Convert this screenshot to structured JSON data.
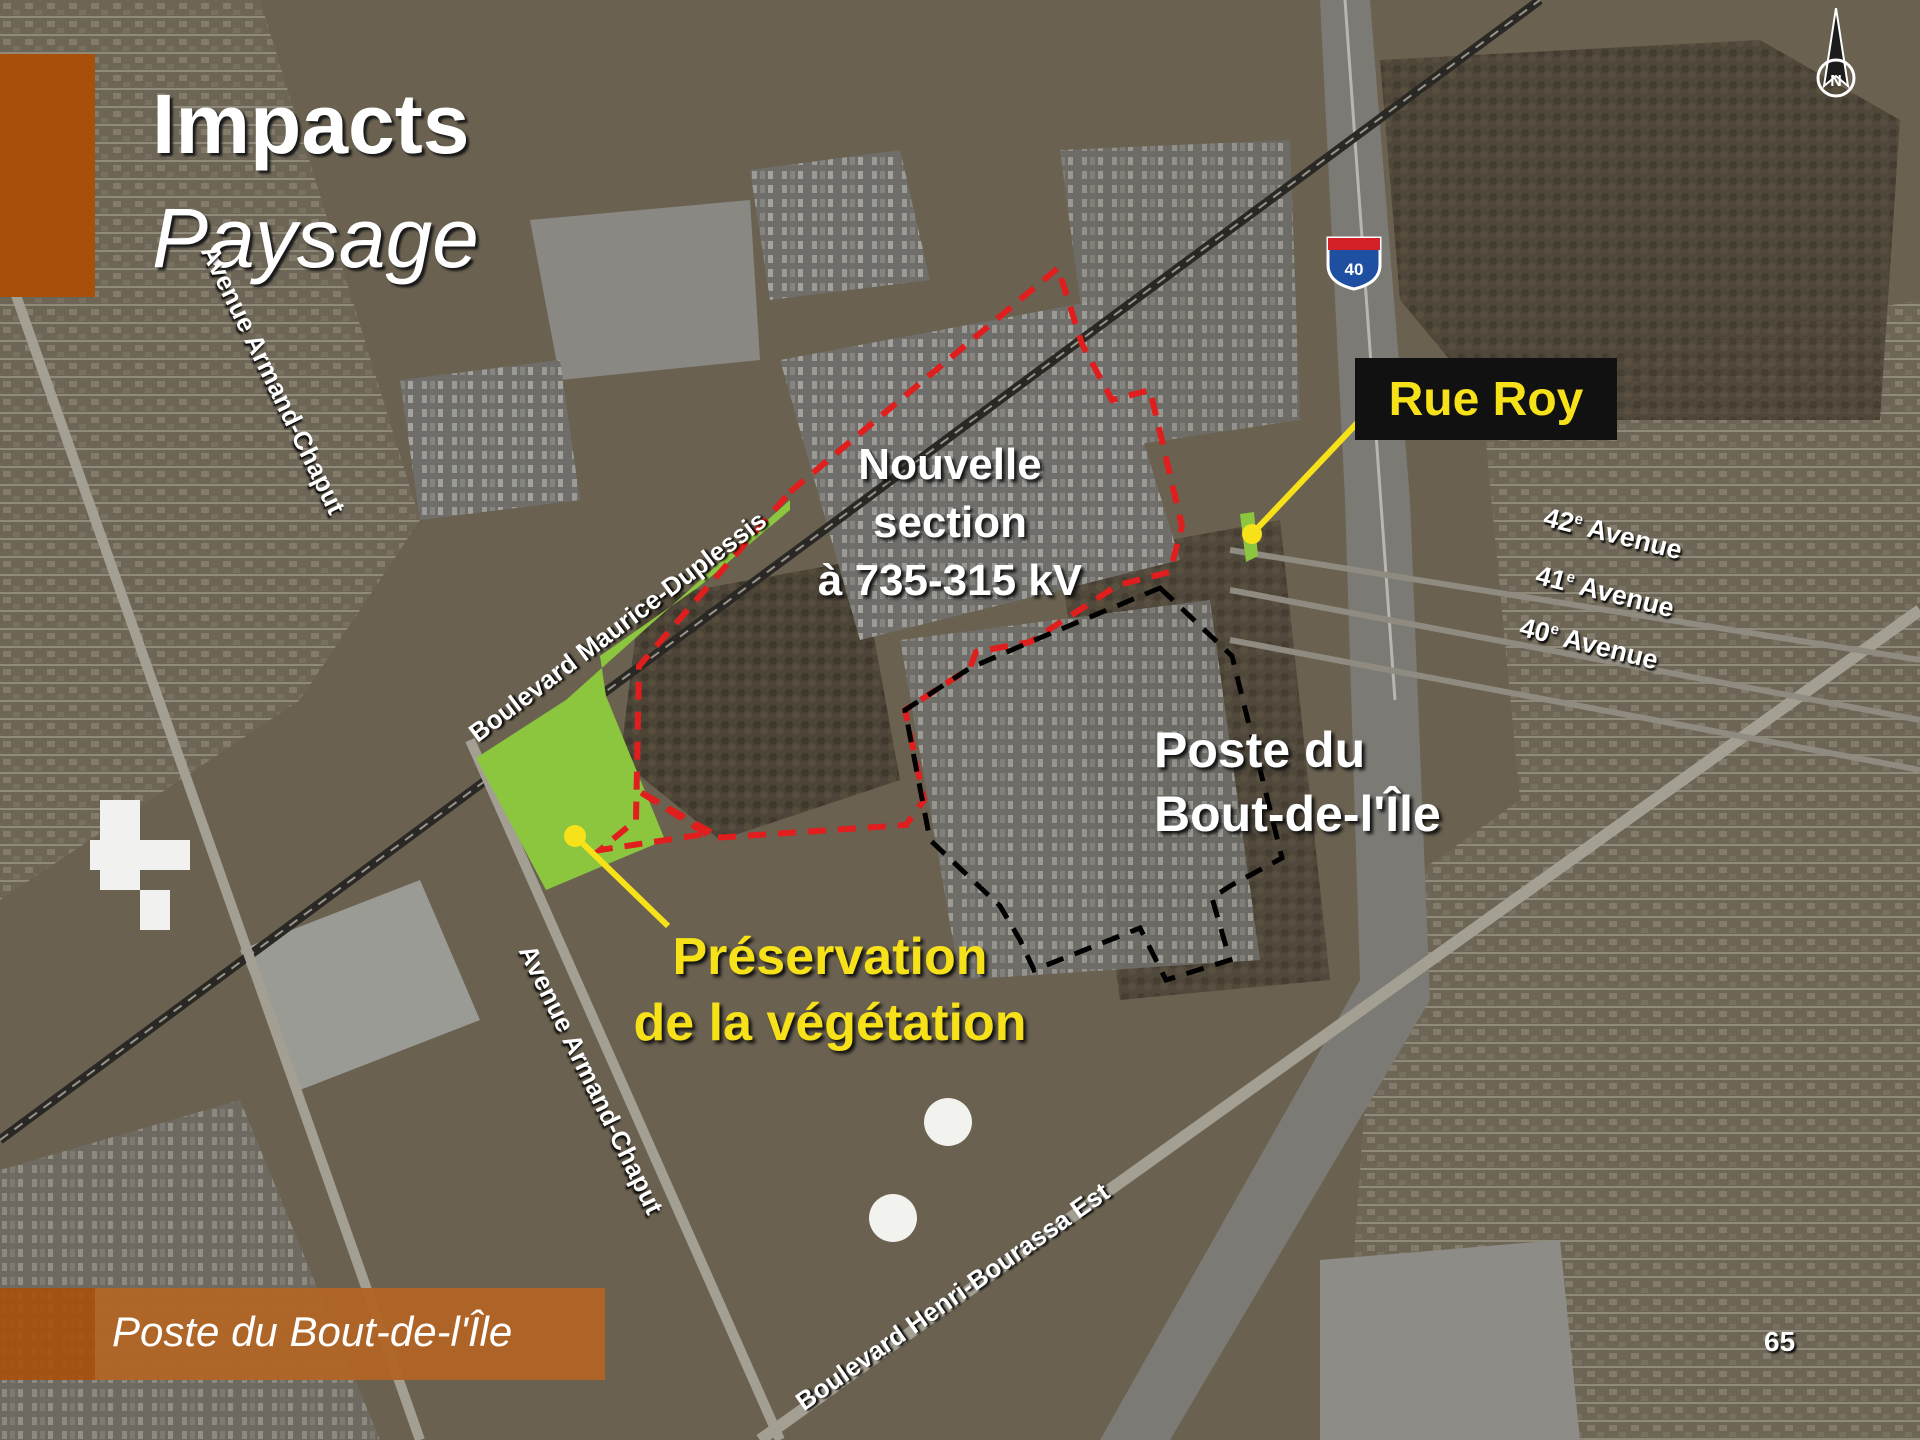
{
  "slide": {
    "title": "Impacts",
    "subtitle": "Paysage",
    "footer": "Poste du Bout-de-l'Île",
    "page_number": "65"
  },
  "map": {
    "roads": {
      "armand_chaput_upper": "Avenue Armand-Chaput",
      "armand_chaput_lower": "Avenue Armand-Chaput",
      "maurice_duplessis": "Boulevard Maurice-Duplessis",
      "henri_bourassa": "Boulevard Henri-Bourassa Est"
    },
    "streets": {
      "a42": "42",
      "a41": "41",
      "a40": "40",
      "ordinal": "e",
      "avenue": "Avenue"
    },
    "highway_shield": "40",
    "labels": {
      "nouvelle_section_line1": "Nouvelle",
      "nouvelle_section_line2": "section",
      "nouvelle_section_line3": "à 735-315 kV",
      "poste_line1": "Poste du",
      "poste_line2": "Bout-de-l'Île",
      "preservation_line1": "Préservation",
      "preservation_line2": "de la végétation",
      "rue_roy": "Rue Roy"
    },
    "colors": {
      "accent_bar": "#a8500a",
      "callout_text": "#f7e21a",
      "vegetation": "#8cc63f",
      "new_section_outline": "#e01e1e",
      "existing_station_outline": "#000000"
    },
    "icons": [
      "north-arrow-icon",
      "highway-40-shield-icon"
    ]
  }
}
